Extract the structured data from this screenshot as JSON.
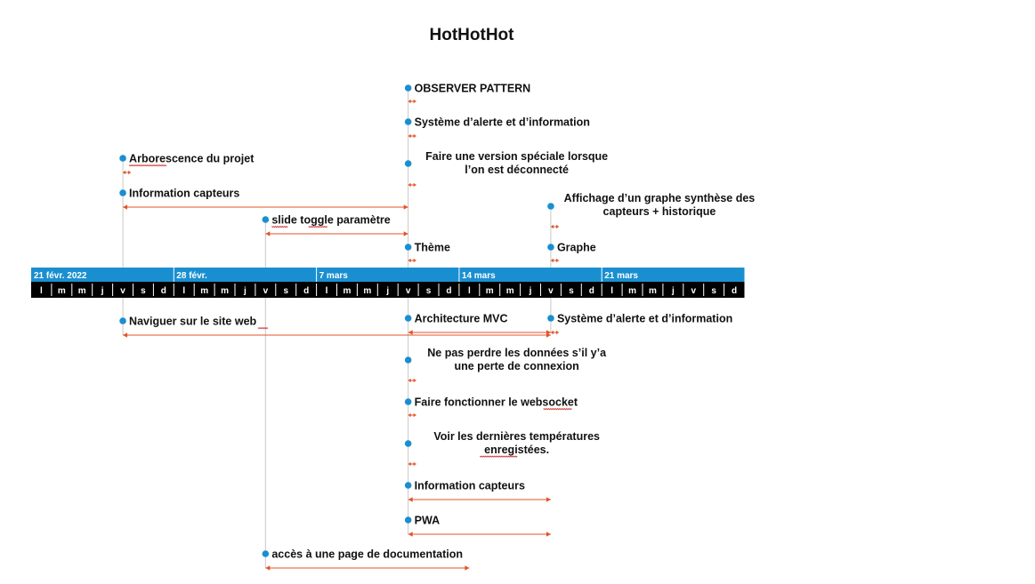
{
  "title": "HotHotHot",
  "colors": {
    "scale_band": "#1a8fd0",
    "scale_days_bg": "#000000",
    "milestone_dot": "#1a8fd0",
    "arrow": "#e0552a",
    "connector": "#c8c8c8"
  },
  "timescale": {
    "start_date": "2022-02-21",
    "end_date": "2022-03-27",
    "week_labels": [
      {
        "date": "2022-02-21",
        "label": "21 févr. 2022"
      },
      {
        "date": "2022-02-28",
        "label": "28 févr."
      },
      {
        "date": "2022-03-07",
        "label": "7 mars"
      },
      {
        "date": "2022-03-14",
        "label": "14 mars"
      },
      {
        "date": "2022-03-21",
        "label": "21 mars"
      }
    ],
    "day_letters": [
      "l",
      "m",
      "m",
      "j",
      "v",
      "s",
      "d"
    ]
  },
  "tasks": [
    {
      "name": "OBSERVER PATTERN",
      "lines": [
        "OBSERVER PATTERN"
      ],
      "start": "2022-03-11",
      "end": "2022-03-11",
      "align": "left",
      "side": "above"
    },
    {
      "name": "Système d’alerte et d’information",
      "lines": [
        "Système d’alerte et d’information"
      ],
      "start": "2022-03-11",
      "end": "2022-03-11",
      "align": "left",
      "side": "above"
    },
    {
      "name": "Faire une version spéciale lorsque l’on est déconnecté",
      "lines": [
        "Faire une version spéciale lorsque",
        "l’on est déconnecté"
      ],
      "start": "2022-03-11",
      "end": "2022-03-11",
      "align": "center",
      "side": "above"
    },
    {
      "name": "Arborescence du projet",
      "lines": [
        "Arborescence du projet"
      ],
      "start": "2022-02-25",
      "end": "2022-02-25",
      "align": "left",
      "side": "above"
    },
    {
      "name": "Information capteurs",
      "lines": [
        "Information capteurs"
      ],
      "start": "2022-02-25",
      "end": "2022-03-11",
      "align": "left",
      "side": "above"
    },
    {
      "name": "Affichage d’un graphe synthèse des capteurs + historique",
      "lines": [
        "Affichage d’un graphe synthèse des",
        "capteurs + historique"
      ],
      "start": "2022-03-18",
      "end": "2022-03-18",
      "align": "center",
      "side": "above"
    },
    {
      "name": "slide toggle paramètre",
      "lines": [
        "slide toggle paramètre"
      ],
      "start": "2022-03-04",
      "end": "2022-03-11",
      "align": "left",
      "side": "above"
    },
    {
      "name": "Thème",
      "lines": [
        "Thème"
      ],
      "start": "2022-03-11",
      "end": "2022-03-11",
      "align": "left",
      "side": "above"
    },
    {
      "name": "Graphe",
      "lines": [
        "Graphe"
      ],
      "start": "2022-03-18",
      "end": "2022-03-18",
      "align": "left",
      "side": "above"
    },
    {
      "name": "Naviguer sur le site web",
      "lines": [
        "Naviguer sur le site web"
      ],
      "start": "2022-02-25",
      "end": "2022-03-18",
      "align": "left",
      "side": "below"
    },
    {
      "name": "Architecture MVC",
      "lines": [
        "Architecture MVC"
      ],
      "start": "2022-03-11",
      "end": "2022-03-18",
      "align": "left",
      "side": "below"
    },
    {
      "name": "Système d’alerte et d’information",
      "lines": [
        "Système d’alerte et d’information"
      ],
      "start": "2022-03-18",
      "end": "2022-03-18",
      "align": "left",
      "side": "below"
    },
    {
      "name": "Ne pas perdre les données s’il y’a une perte de connexion",
      "lines": [
        "Ne pas perdre les données s’il y’a",
        "une perte de connexion"
      ],
      "start": "2022-03-11",
      "end": "2022-03-11",
      "align": "center",
      "side": "below"
    },
    {
      "name": "Faire fonctionner le websocket",
      "lines": [
        "Faire fonctionner le websocket"
      ],
      "start": "2022-03-11",
      "end": "2022-03-11",
      "align": "left",
      "side": "below"
    },
    {
      "name": "Voir les dernières températures enregistées.",
      "lines": [
        "Voir les dernières températures",
        "enregistées."
      ],
      "start": "2022-03-11",
      "end": "2022-03-11",
      "align": "center",
      "side": "below"
    },
    {
      "name": "Information capteurs",
      "lines": [
        "Information capteurs"
      ],
      "start": "2022-03-11",
      "end": "2022-03-18",
      "align": "left",
      "side": "below"
    },
    {
      "name": "PWA",
      "lines": [
        "PWA"
      ],
      "start": "2022-03-11",
      "end": "2022-03-18",
      "align": "left",
      "side": "below"
    },
    {
      "name": "accès à une page de documentation",
      "lines": [
        "accès à une page de documentation"
      ],
      "start": "2022-03-04",
      "end": "2022-03-14",
      "align": "left",
      "side": "below"
    }
  ]
}
